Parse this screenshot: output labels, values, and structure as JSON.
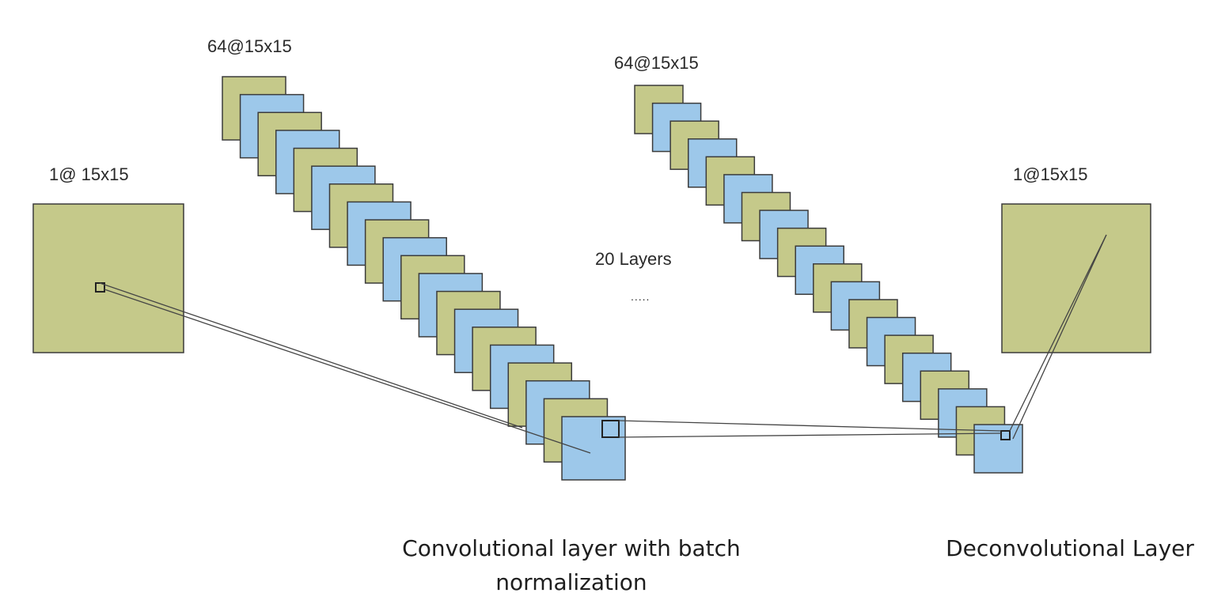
{
  "colors": {
    "green": "#c5c98a",
    "blue": "#9dc8ea",
    "stroke": "#3b3b3b"
  },
  "diagram": {
    "input": {
      "label": "1@ 15x15"
    },
    "conv_stack": {
      "label": "64@15x15",
      "caption_line1": "Convolutional layer with batch",
      "caption_line2": "normalization"
    },
    "middle": {
      "layers_label": "20 Layers",
      "ellipsis": "....."
    },
    "deconv_stack": {
      "label": "64@15x15"
    },
    "output": {
      "label": "1@15x15",
      "caption": "Deconvolutional Layer"
    }
  }
}
